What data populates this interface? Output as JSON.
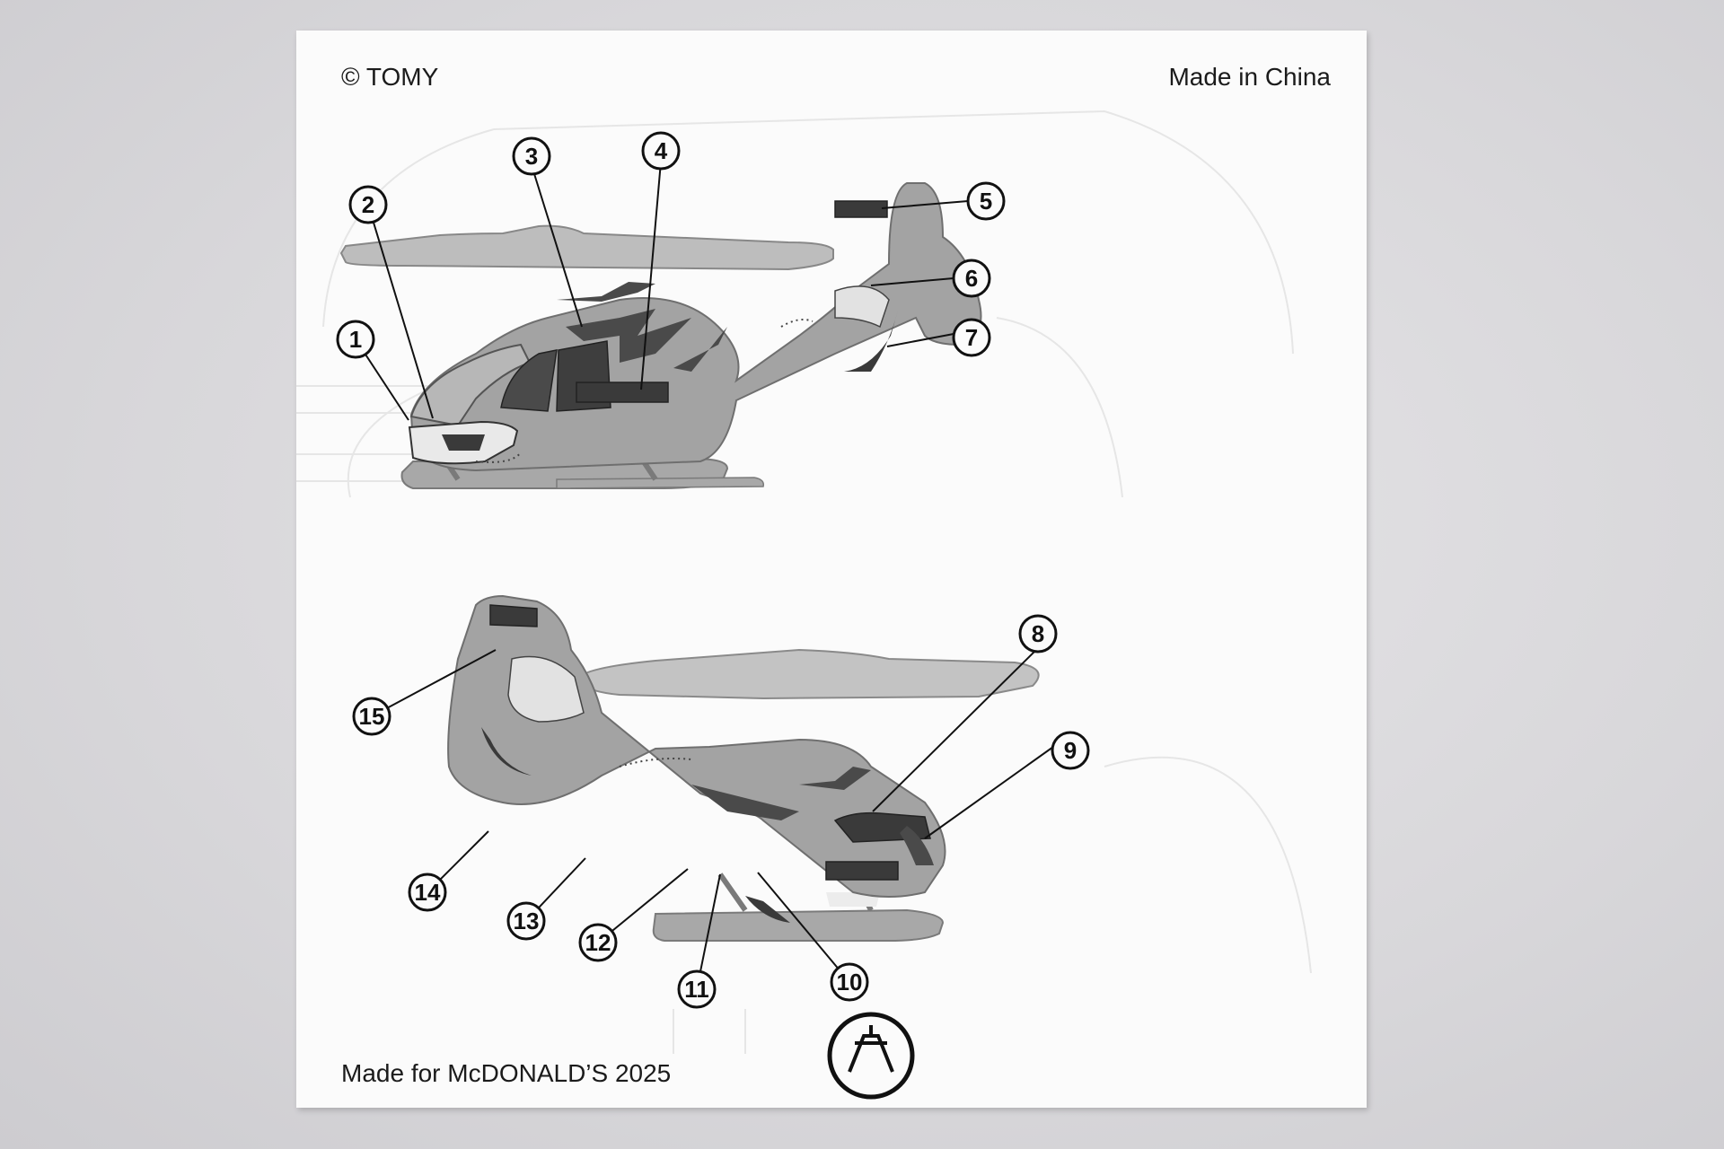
{
  "sheet": {
    "copyright": "© TOMY",
    "origin": "Made in China",
    "made_for": "Made for McDONALD’S 2025"
  },
  "helicopter_top": {
    "callouts": [
      "1",
      "2",
      "3",
      "4",
      "5",
      "6",
      "7"
    ]
  },
  "helicopter_bottom": {
    "callouts": [
      "8",
      "9",
      "10",
      "11",
      "12",
      "13",
      "14",
      "15"
    ]
  },
  "colors": {
    "background": "#d9d8db",
    "sheet": "#fbfbfb",
    "fuselage": "#9d9d9d",
    "sticker_dark": "#3a3a3a",
    "ink": "#111111"
  },
  "icons": [
    "circle-logo-icon"
  ]
}
